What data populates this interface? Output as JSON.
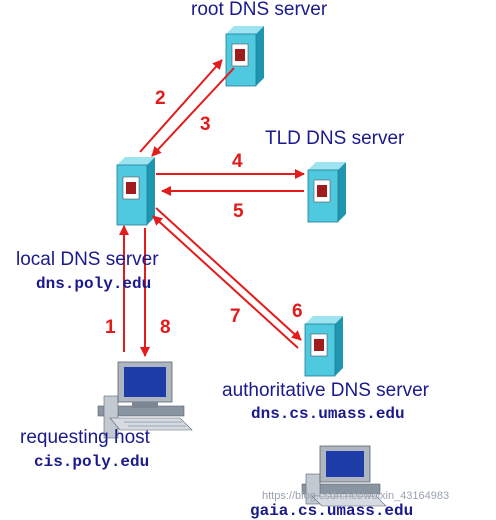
{
  "servers": {
    "root": {
      "title": "root DNS server"
    },
    "tld": {
      "title": "TLD DNS server"
    },
    "local": {
      "title": "local DNS server",
      "host": "dns.poly.edu"
    },
    "authoritative": {
      "title": "authoritative DNS server",
      "host": "dns.cs.umass.edu"
    }
  },
  "hosts": {
    "requesting": {
      "title": "requesting host",
      "host": "cis.poly.edu"
    },
    "target": {
      "host": "gaia.cs.umass.edu"
    }
  },
  "steps": [
    "1",
    "2",
    "3",
    "4",
    "5",
    "6",
    "7",
    "8"
  ],
  "watermark": "https://blog.csdn.net/weixin_43164983",
  "colors": {
    "arrow": "#e31b1b",
    "label": "#1a1a8c",
    "server_front": "#4fc9e0",
    "server_side": "#1f95b0",
    "server_top": "#9ee3f0",
    "slot": "#a01c1c"
  }
}
